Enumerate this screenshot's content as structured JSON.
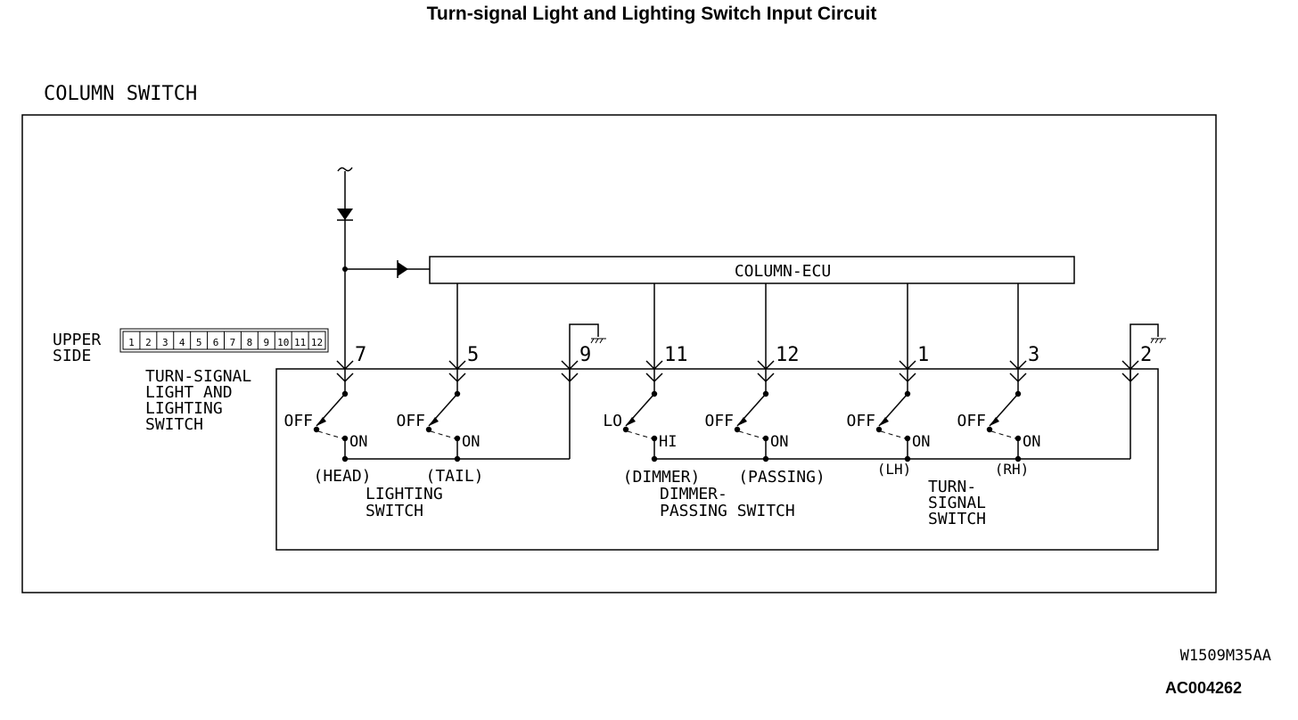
{
  "title": "Turn-signal Light and Lighting Switch Input Circuit",
  "outer_label": "COLUMN SWITCH",
  "ecu_label": "COLUMN-ECU",
  "connector": {
    "label_line1": "UPPER",
    "label_line2": "SIDE",
    "pins": [
      "1",
      "2",
      "3",
      "4",
      "5",
      "6",
      "7",
      "8",
      "9",
      "10",
      "11",
      "12"
    ]
  },
  "inner_label": [
    "TURN-SIGNAL",
    "LIGHT AND",
    "LIGHTING",
    "SWITCH"
  ],
  "terminals": [
    "7",
    "5",
    "9",
    "11",
    "12",
    "1",
    "3",
    "2"
  ],
  "switches": [
    {
      "off": "OFF",
      "on": "ON",
      "name": "(HEAD)"
    },
    {
      "off": "OFF",
      "on": "ON",
      "name": "(TAIL)"
    },
    {
      "off": "LO",
      "on": "HI",
      "name": "(DIMMER)"
    },
    {
      "off": "OFF",
      "on": "ON",
      "name": "(PASSING)"
    },
    {
      "off": "OFF",
      "on": "ON",
      "name": "(LH)"
    },
    {
      "off": "OFF",
      "on": "ON",
      "name": "(RH)"
    }
  ],
  "groups": [
    {
      "line1": "LIGHTING",
      "line2": "SWITCH",
      "line3": ""
    },
    {
      "line1": "DIMMER-",
      "line2": "PASSING SWITCH",
      "line3": ""
    },
    {
      "line1": "TURN-",
      "line2": "SIGNAL",
      "line3": "SWITCH"
    }
  ],
  "code1": "W1509M35AA",
  "code2": "AC004262"
}
